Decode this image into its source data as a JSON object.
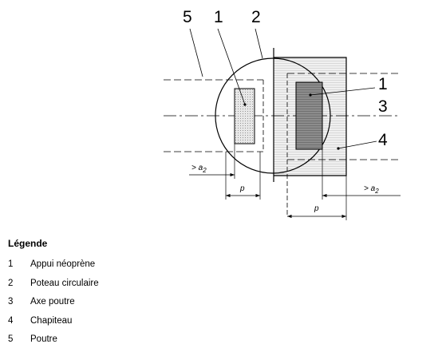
{
  "figure": {
    "callouts": [
      "5",
      "1",
      "2",
      "1",
      "3",
      "4"
    ],
    "dimension_labels": {
      "a2_left": "> a",
      "a2_right": "> a",
      "a2_subscript": "2",
      "p_left": "p",
      "p_right": "p"
    }
  },
  "legend": {
    "title": "Légende",
    "items": [
      {
        "num": "1",
        "label": "Appui néoprène"
      },
      {
        "num": "2",
        "label": "Poteau circulaire"
      },
      {
        "num": "3",
        "label": "Axe poutre"
      },
      {
        "num": "4",
        "label": "Chapiteau"
      },
      {
        "num": "5",
        "label": "Poutre"
      }
    ]
  },
  "colors": {
    "line": "#000000",
    "hatch_fill": "#e6e6e6",
    "pad_fill": "#8a8a8a"
  }
}
